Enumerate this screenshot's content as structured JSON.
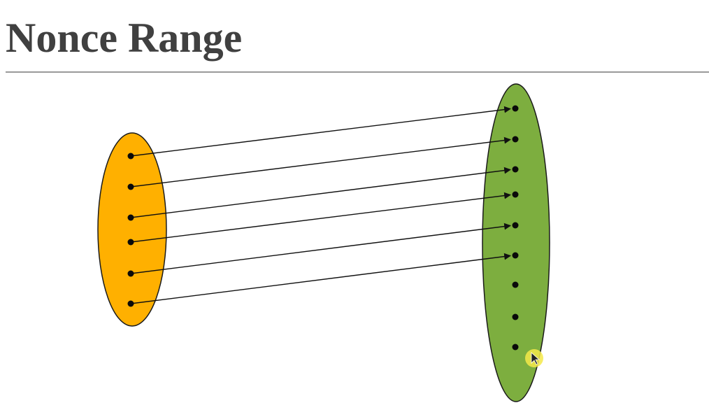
{
  "slide": {
    "title": "Nonce Range"
  },
  "diagram": {
    "left_set": {
      "fill": "#FFB000",
      "point_count": 6
    },
    "right_set": {
      "fill": "#7DAE3F",
      "point_count": 9
    },
    "mappings": [
      {
        "from": 0,
        "to": 0
      },
      {
        "from": 1,
        "to": 1
      },
      {
        "from": 2,
        "to": 2
      },
      {
        "from": 3,
        "to": 3
      },
      {
        "from": 4,
        "to": 4
      },
      {
        "from": 5,
        "to": 5
      }
    ],
    "cursor": {
      "icon": "pointer-cursor-icon",
      "highlight": "#F5E94A"
    }
  }
}
